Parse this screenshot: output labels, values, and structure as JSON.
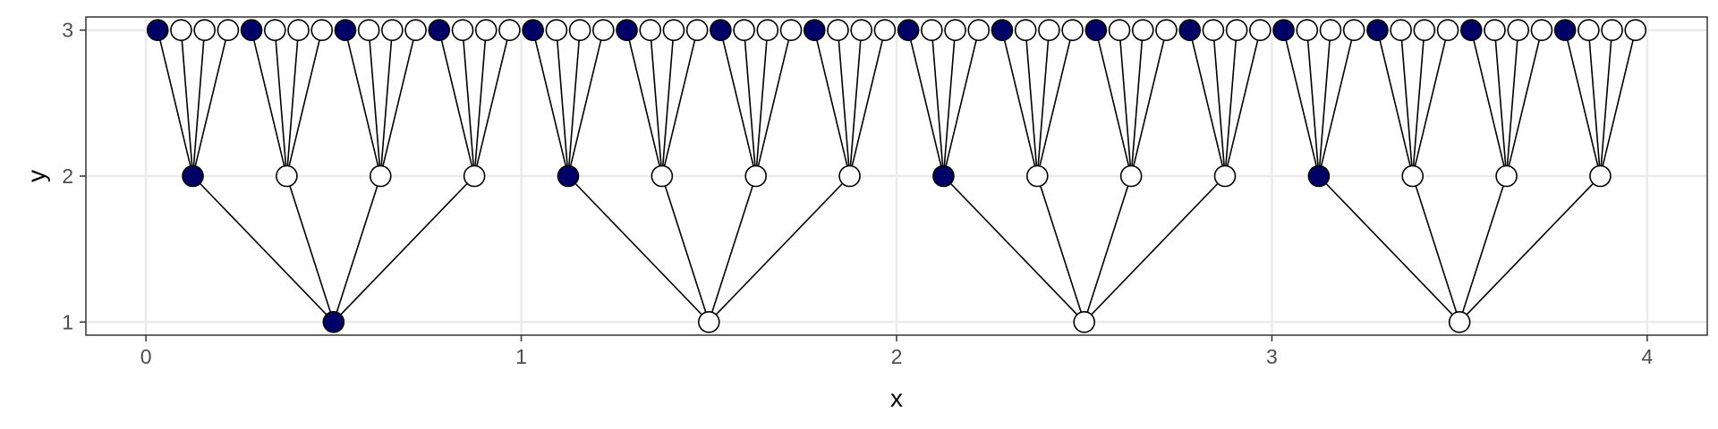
{
  "chart_data": {
    "type": "scatter",
    "description_free": true,
    "title": "",
    "xlabel": "x",
    "ylabel": "y",
    "xlim": [
      -0.16,
      4.16
    ],
    "ylim": [
      0.91,
      3.09
    ],
    "x_ticks": [
      0,
      1,
      2,
      3,
      4
    ],
    "y_ticks": [
      1,
      2,
      3
    ],
    "grid": true,
    "colors": {
      "filled": "#000066",
      "empty": "#ffffff",
      "stroke": "#000000",
      "panel_border": "#333333",
      "grid": "#ebebeb"
    },
    "levels": [
      {
        "y": 1,
        "count": 4,
        "filled_every": 4
      },
      {
        "y": 2,
        "count": 16,
        "filled_every": 4
      },
      {
        "y": 3,
        "count": 64,
        "filled_every": 4
      }
    ],
    "edges": "each node at level y connects to its 4 child nodes at level y+1"
  }
}
